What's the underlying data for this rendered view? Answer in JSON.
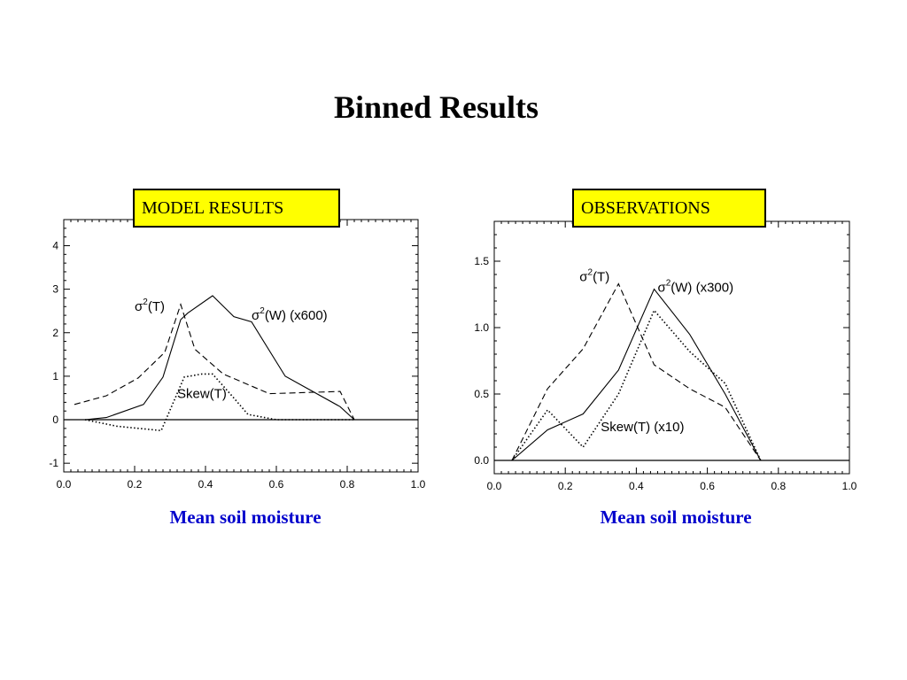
{
  "slide": {
    "title": "Binned Results"
  },
  "chart_data": [
    {
      "type": "line",
      "panel_label": "MODEL RESULTS",
      "xlabel": "Mean soil moisture",
      "xlim": [
        0.0,
        1.0
      ],
      "ylim": [
        -1.2,
        4.6
      ],
      "xticks": [
        "0.0",
        "0.2",
        "0.4",
        "0.6",
        "0.8",
        "1.0"
      ],
      "xtick_values": [
        0.0,
        0.2,
        0.4,
        0.6,
        0.8,
        1.0
      ],
      "yticks": [
        "-1",
        "0",
        "1",
        "2",
        "3",
        "4"
      ],
      "ytick_values": [
        -1,
        0,
        1,
        2,
        3,
        4
      ],
      "zero_line": true,
      "series": [
        {
          "style": "solid",
          "points": [
            [
              0.06,
              0.0
            ],
            [
              0.12,
              0.05
            ],
            [
              0.225,
              0.35
            ],
            [
              0.28,
              0.98
            ],
            [
              0.33,
              2.3
            ],
            [
              0.35,
              2.45
            ],
            [
              0.42,
              2.85
            ],
            [
              0.48,
              2.37
            ],
            [
              0.53,
              2.25
            ],
            [
              0.625,
              1.0
            ],
            [
              0.78,
              0.3
            ],
            [
              0.82,
              0.0
            ]
          ]
        },
        {
          "style": "dashed",
          "points": [
            [
              0.03,
              0.35
            ],
            [
              0.12,
              0.55
            ],
            [
              0.21,
              0.96
            ],
            [
              0.285,
              1.55
            ],
            [
              0.33,
              2.65
            ],
            [
              0.37,
              1.62
            ],
            [
              0.45,
              1.05
            ],
            [
              0.58,
              0.6
            ],
            [
              0.78,
              0.65
            ],
            [
              0.82,
              0.0
            ]
          ]
        },
        {
          "style": "dotted",
          "points": [
            [
              0.06,
              0.0
            ],
            [
              0.15,
              -0.15
            ],
            [
              0.275,
              -0.25
            ],
            [
              0.34,
              0.98
            ],
            [
              0.39,
              1.05
            ],
            [
              0.42,
              1.05
            ],
            [
              0.48,
              0.5
            ],
            [
              0.52,
              0.12
            ],
            [
              0.6,
              0.0
            ],
            [
              0.75,
              0.0
            ],
            [
              0.82,
              0.0
            ]
          ]
        }
      ],
      "annotations": [
        {
          "base": "σ",
          "sup": "2",
          "rest": "(T)",
          "at": [
            0.2,
            2.5
          ]
        },
        {
          "base": "σ",
          "sup": "2",
          "rest": "(W) (x600)",
          "at": [
            0.53,
            2.3
          ]
        },
        {
          "base": "Skew(T)",
          "sup": "",
          "rest": "",
          "at": [
            0.32,
            0.5
          ]
        }
      ]
    },
    {
      "type": "line",
      "panel_label": "OBSERVATIONS",
      "xlabel": "Mean soil moisture",
      "xlim": [
        0.0,
        1.0
      ],
      "ylim": [
        -0.1,
        1.8
      ],
      "xticks": [
        "0.0",
        "0.2",
        "0.4",
        "0.6",
        "0.8",
        "1.0"
      ],
      "xtick_values": [
        0.0,
        0.2,
        0.4,
        0.6,
        0.8,
        1.0
      ],
      "yticks": [
        "0.0",
        "0.5",
        "1.0",
        "1.5"
      ],
      "ytick_values": [
        0.0,
        0.5,
        1.0,
        1.5
      ],
      "zero_line": true,
      "series": [
        {
          "style": "solid",
          "points": [
            [
              0.05,
              0.0
            ],
            [
              0.15,
              0.23
            ],
            [
              0.25,
              0.35
            ],
            [
              0.35,
              0.68
            ],
            [
              0.45,
              1.29
            ],
            [
              0.55,
              0.95
            ],
            [
              0.65,
              0.5
            ],
            [
              0.75,
              0.0
            ]
          ]
        },
        {
          "style": "dashed",
          "points": [
            [
              0.05,
              0.0
            ],
            [
              0.15,
              0.54
            ],
            [
              0.25,
              0.84
            ],
            [
              0.35,
              1.33
            ],
            [
              0.45,
              0.72
            ],
            [
              0.55,
              0.54
            ],
            [
              0.65,
              0.4
            ],
            [
              0.75,
              0.0
            ]
          ]
        },
        {
          "style": "dotted",
          "points": [
            [
              0.05,
              0.0
            ],
            [
              0.15,
              0.38
            ],
            [
              0.25,
              0.1
            ],
            [
              0.35,
              0.5
            ],
            [
              0.45,
              1.13
            ],
            [
              0.55,
              0.82
            ],
            [
              0.65,
              0.58
            ],
            [
              0.75,
              0.0
            ]
          ]
        }
      ],
      "annotations": [
        {
          "base": "σ",
          "sup": "2",
          "rest": "(T)",
          "at": [
            0.24,
            1.35
          ]
        },
        {
          "base": "σ",
          "sup": "2",
          "rest": "(W) (x300)",
          "at": [
            0.46,
            1.27
          ]
        },
        {
          "base": "Skew(T) (x10)",
          "sup": "",
          "rest": "",
          "at": [
            0.3,
            0.22
          ]
        }
      ]
    }
  ]
}
